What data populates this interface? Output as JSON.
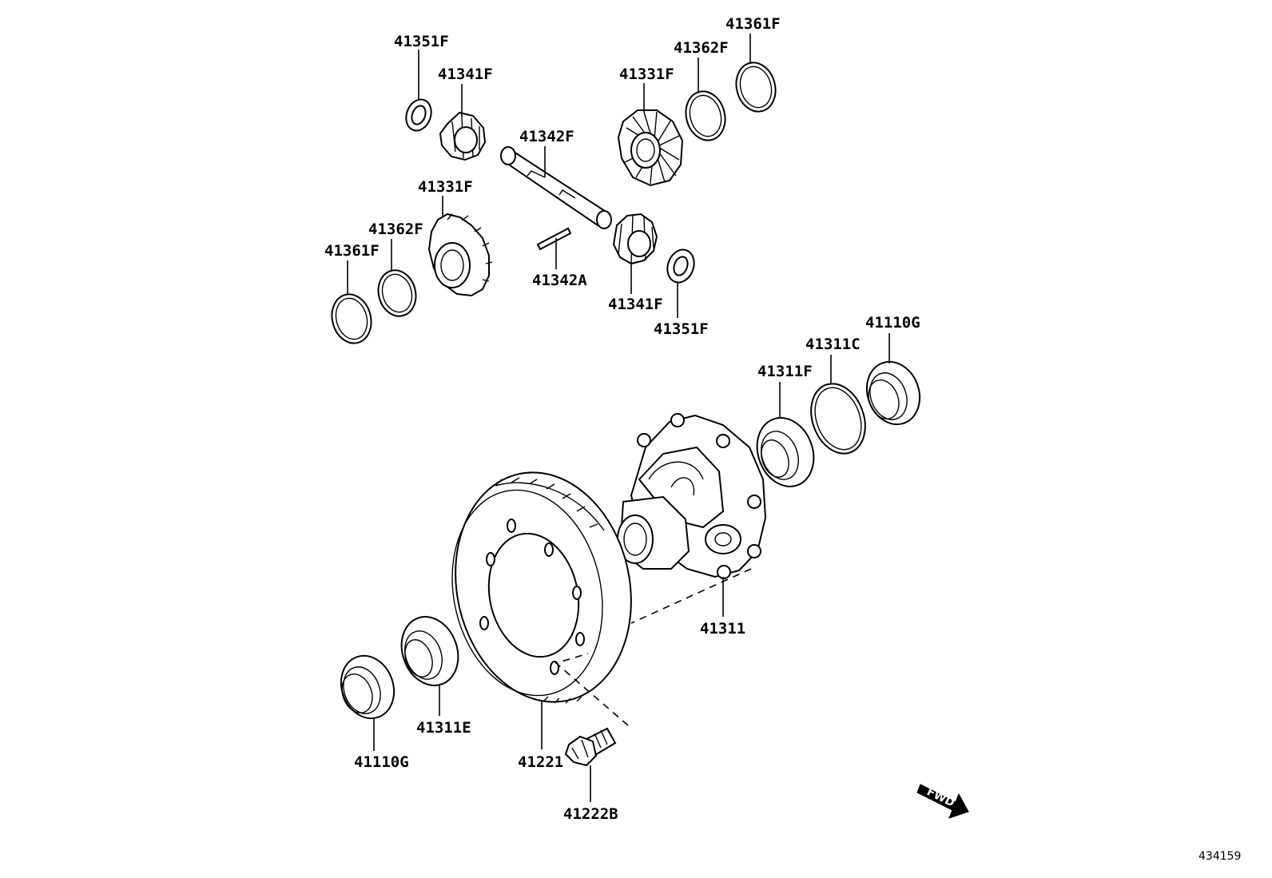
{
  "labels": {
    "p41351F_top": "41351F",
    "p41341F_top": "41341F",
    "p41342F": "41342F",
    "p41331F_left": "41331F",
    "p41362F_left": "41362F",
    "p41361F_left": "41361F",
    "p41342A": "41342A",
    "p41331F_right": "41331F",
    "p41362F_right": "41362F",
    "p41361F_right": "41361F",
    "p41341F_bottom": "41341F",
    "p41351F_bottom": "41351F",
    "p41110G_right": "41110G",
    "p41311C": "41311C",
    "p41311F": "41311F",
    "p41311": "41311",
    "p41311E": "41311E",
    "p41110G_left": "41110G",
    "p41221": "41221",
    "p41222B": "41222B"
  },
  "fwd_label": "FWD",
  "diagram_code": "434159"
}
